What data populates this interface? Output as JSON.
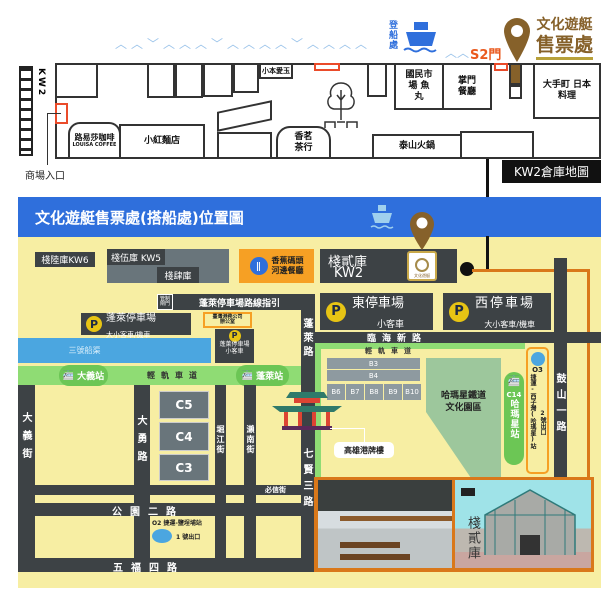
{
  "top_map": {
    "kw2_side_label": "KW2",
    "mall_entrance": "商場入口",
    "boarding": "登船處",
    "gate_s2": "S2門",
    "ticket_office_line1": "文化遊艇",
    "ticket_office_line2": "售票處",
    "map_caption": "KW2倉庫地圖",
    "shops": {
      "xiaoben": "小本愛玉",
      "guomin": "國民市場 魚丸",
      "zhangmen": "掌門 餐廳",
      "otemachi": "大手町 日本料理",
      "louisa": "路易莎咖啡",
      "louisa_en": "LOUISA COFFEE",
      "xiaohong": "小紅麵店",
      "tea": "香茗 茶行",
      "taishan": "泰山火鍋"
    }
  },
  "main_map": {
    "title": "文化遊艇售票處(搭船處)位置圖",
    "kw6": "棧陸庫KW6",
    "kw5": "棧伍庫 KW5",
    "kw4": "棧肆庫",
    "restaurant_line1": "香蕉碼頭",
    "restaurant_line2": "河邊餐廳",
    "kw2_line1": "棧貳庫",
    "kw2_line2": "KW2",
    "logo_text": "文化遊艇",
    "route_guide": "蓬萊停車場路線指引",
    "control_gate": "管制閘門",
    "port_office": "臺灣港務公司 辦公室",
    "penglai_parking": "蓬萊停車場",
    "penglai_parking_sub": "大小客車/機車",
    "penglai_parking2": "蓬萊停車場",
    "penglai_parking2_sub": "小客車",
    "east_parking": "東停車場",
    "east_parking_sub": "小客車",
    "west_parking": "西停車場",
    "west_parking_sub": "大小客車/機車",
    "parking_icon": "P",
    "linhai_road": "臨海新路",
    "light_rail": "輕軌車道",
    "light_rail2": "輕軌車道",
    "canal": "三號船渠",
    "dayi_station": "大義站",
    "penglai_station": "蓬萊站",
    "penglai_road": "蓬萊路",
    "qixian_road": "七賢三路",
    "gushan_road": "鼓山一路",
    "dayi_street": "大義街",
    "dayong_road": "大勇路",
    "kujiang_street": "堀江街",
    "lainan_street": "瀨南街",
    "bixin_street": "必信街",
    "gongyuan_road": "公園二路",
    "wufu_road": "五福四路",
    "bays": [
      "B3",
      "B4",
      "B6",
      "B7",
      "B8",
      "B9",
      "B10"
    ],
    "c_blocks": [
      "C5",
      "C4",
      "C3"
    ],
    "hamasen_park": "哈瑪星鐵道文化園區",
    "c14": "C14",
    "c14_station": "哈瑪星站",
    "o3": "O3",
    "o3_text": "捷運-西子灣(哈瑪星)站",
    "o3_exit": "2號出口",
    "gate_arch": "高雄港牌樓",
    "o2_text": "O2 捷運-鹽埕埔站",
    "o2_exit": "1 號出口",
    "photo_caption": "棧貳庫"
  },
  "colors": {
    "blue": "#2f6fdc",
    "yellow": "#f7eea3",
    "road": "#3d4245",
    "orange": "#d9781a",
    "green": "#8fdc74",
    "brown": "#86612a"
  }
}
